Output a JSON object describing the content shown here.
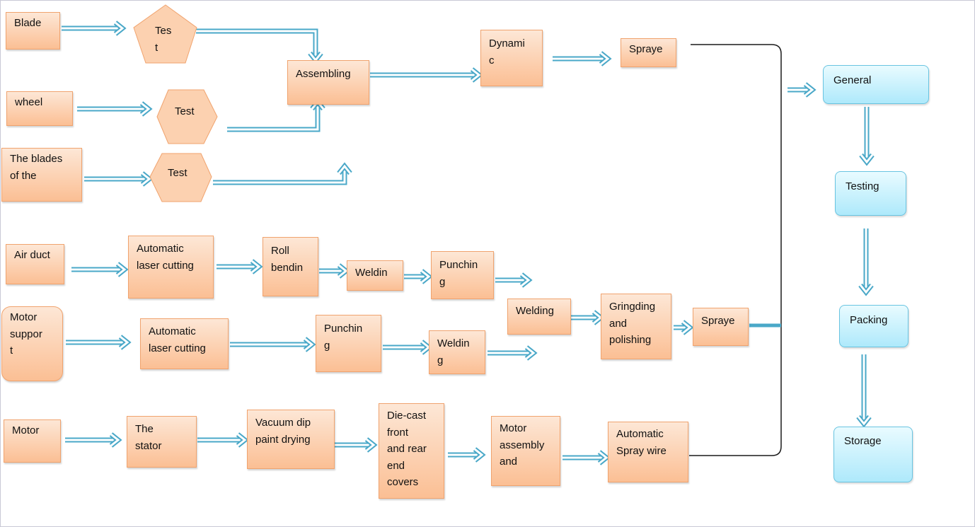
{
  "colors": {
    "process_fill": "#fbbf94",
    "process_border": "#f0a36e",
    "final_fill": "#aee9fb",
    "arrow": "#4aa8c8",
    "bracket": "#1a1a1a"
  },
  "inputs": {
    "blade": "Blade",
    "wheel": "wheel",
    "blades_of_the": "The blades\nof the",
    "air_duct": "Air duct",
    "motor_support": "Motor\nsuppor\nt",
    "motor": "Motor"
  },
  "tests": {
    "pentagon": "Tes\nt",
    "hexagon_1": "Test",
    "hexagon_2": "Test"
  },
  "assembly": {
    "assembling": "Assembling",
    "dynamic": "Dynami\nc",
    "spray_1": "Spraye"
  },
  "air_duct_line": {
    "laser_cutting": "Automatic\nlaser cutting",
    "roll_bending": "Roll\nbendin",
    "welding": "Weldin",
    "punching": "Punchin\ng"
  },
  "support_line": {
    "laser_cutting": "Automatic\nlaser cutting",
    "punching": "Punchin\ng",
    "welding": "Weldin\ng"
  },
  "merge_line": {
    "welding": "Welding",
    "grinding": "Gringding\nand\npolishing",
    "spray_2": "Spraye"
  },
  "motor_line": {
    "stator": "The\nstator",
    "vacuum": "Vacuum dip\npaint drying",
    "die_cast": "Die-cast\nfront\nand rear\nend\ncovers",
    "motor_assembly": "Motor\nassembly\nand",
    "spray_wire": "Automatic\nSpray wire"
  },
  "final_steps": {
    "general": "General",
    "testing": "Testing",
    "packing": "Packing",
    "storage": "Storage"
  }
}
